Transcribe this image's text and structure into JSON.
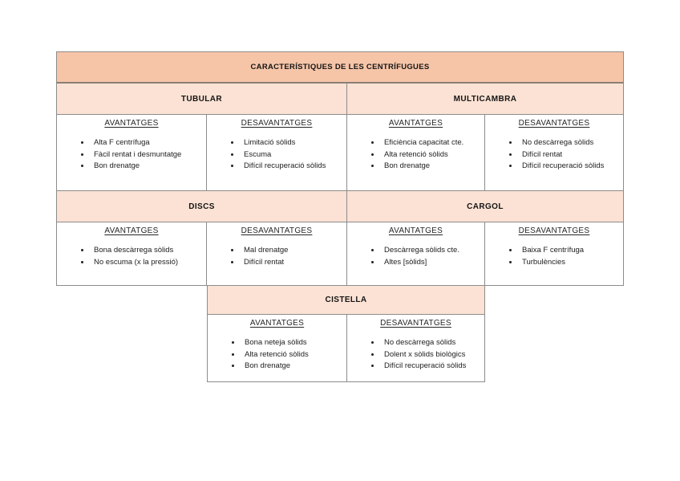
{
  "title": "CARACTERÍSTIQUES DE LES CENTRÍFUGUES",
  "labels": {
    "advantages": "AVANTATGES",
    "disadvantages": "DESAVANTATGES"
  },
  "colors": {
    "title_bg": "#F6C5A8",
    "section_bg": "#FBE2D4",
    "border": "#8C8C8C",
    "title_rule": "#8A7F77",
    "text": "#212121"
  },
  "sections": [
    {
      "name": "TUBULAR",
      "advantages": [
        "Alta F centrífuga",
        "Fàcil rentat i desmuntatge",
        "Bon drenatge"
      ],
      "disadvantages": [
        "Limitació sòlids",
        "Escuma",
        "Difícil recuperació sòlids"
      ]
    },
    {
      "name": "MULTICAMBRA",
      "advantages": [
        "Eficiència capacitat cte.",
        "Alta retenció sòlids",
        "Bon drenatge"
      ],
      "disadvantages": [
        "No descàrrega sòlids",
        "Difícil rentat",
        "Difícil recuperació sòlids"
      ]
    },
    {
      "name": "DISCS",
      "advantages": [
        "Bona descàrrega sòlids",
        "No escuma (x la pressió)"
      ],
      "disadvantages": [
        "Mal drenatge",
        "Difícil rentat"
      ]
    },
    {
      "name": "CARGOL",
      "advantages": [
        "Descàrrega sòlids cte.",
        "Altes [sòlids]"
      ],
      "disadvantages": [
        "Baixa F centrífuga",
        "Turbulències"
      ]
    },
    {
      "name": "CISTELLA",
      "advantages": [
        "Bona neteja sòlids",
        "Alta retenció sòlids",
        "Bon drenatge"
      ],
      "disadvantages": [
        "No descàrrega sòlids",
        "Dolent x sòlids biològics",
        "Difícil recuperació sòlids"
      ]
    }
  ]
}
